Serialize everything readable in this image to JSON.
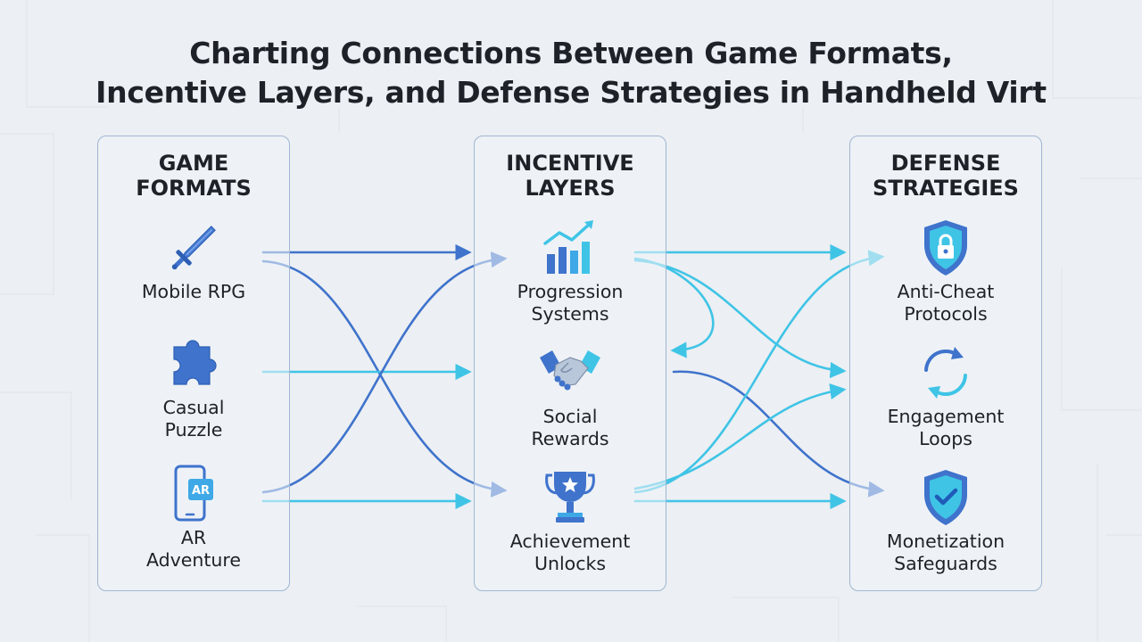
{
  "title": {
    "line1": "Charting Connections Between Game Formats,",
    "line2": "Incentive Layers, and Defense Strategies in Handheld Virt"
  },
  "colors": {
    "dark_blue": "#3f73cc",
    "light_blue": "#3fc4e6",
    "border": "#9fb6d2",
    "background": "#eceff3"
  },
  "columns": [
    {
      "heading": "GAME\nFORMATS",
      "nodes": [
        {
          "label": "Mobile RPG",
          "icon": "sword-icon"
        },
        {
          "label": "Casual\nPuzzle",
          "icon": "puzzle-piece-icon"
        },
        {
          "label": "AR\nAdventure",
          "icon": "ar-phone-icon"
        }
      ]
    },
    {
      "heading": "INCENTIVE\nLAYERS",
      "nodes": [
        {
          "label": "Progression\nSystems",
          "icon": "growth-chart-icon"
        },
        {
          "label": "Social\nRewards",
          "icon": "handshake-icon"
        },
        {
          "label": "Achievement\nUnlocks",
          "icon": "trophy-icon"
        }
      ]
    },
    {
      "heading": "DEFENSE\nSTRATEGIES",
      "nodes": [
        {
          "label": "Anti-Cheat\nProtocols",
          "icon": "shield-lock-icon"
        },
        {
          "label": "Engagement\nLoops",
          "icon": "refresh-cycle-icon"
        },
        {
          "label": "Monetization\nSafeguards",
          "icon": "shield-check-icon"
        }
      ]
    }
  ]
}
